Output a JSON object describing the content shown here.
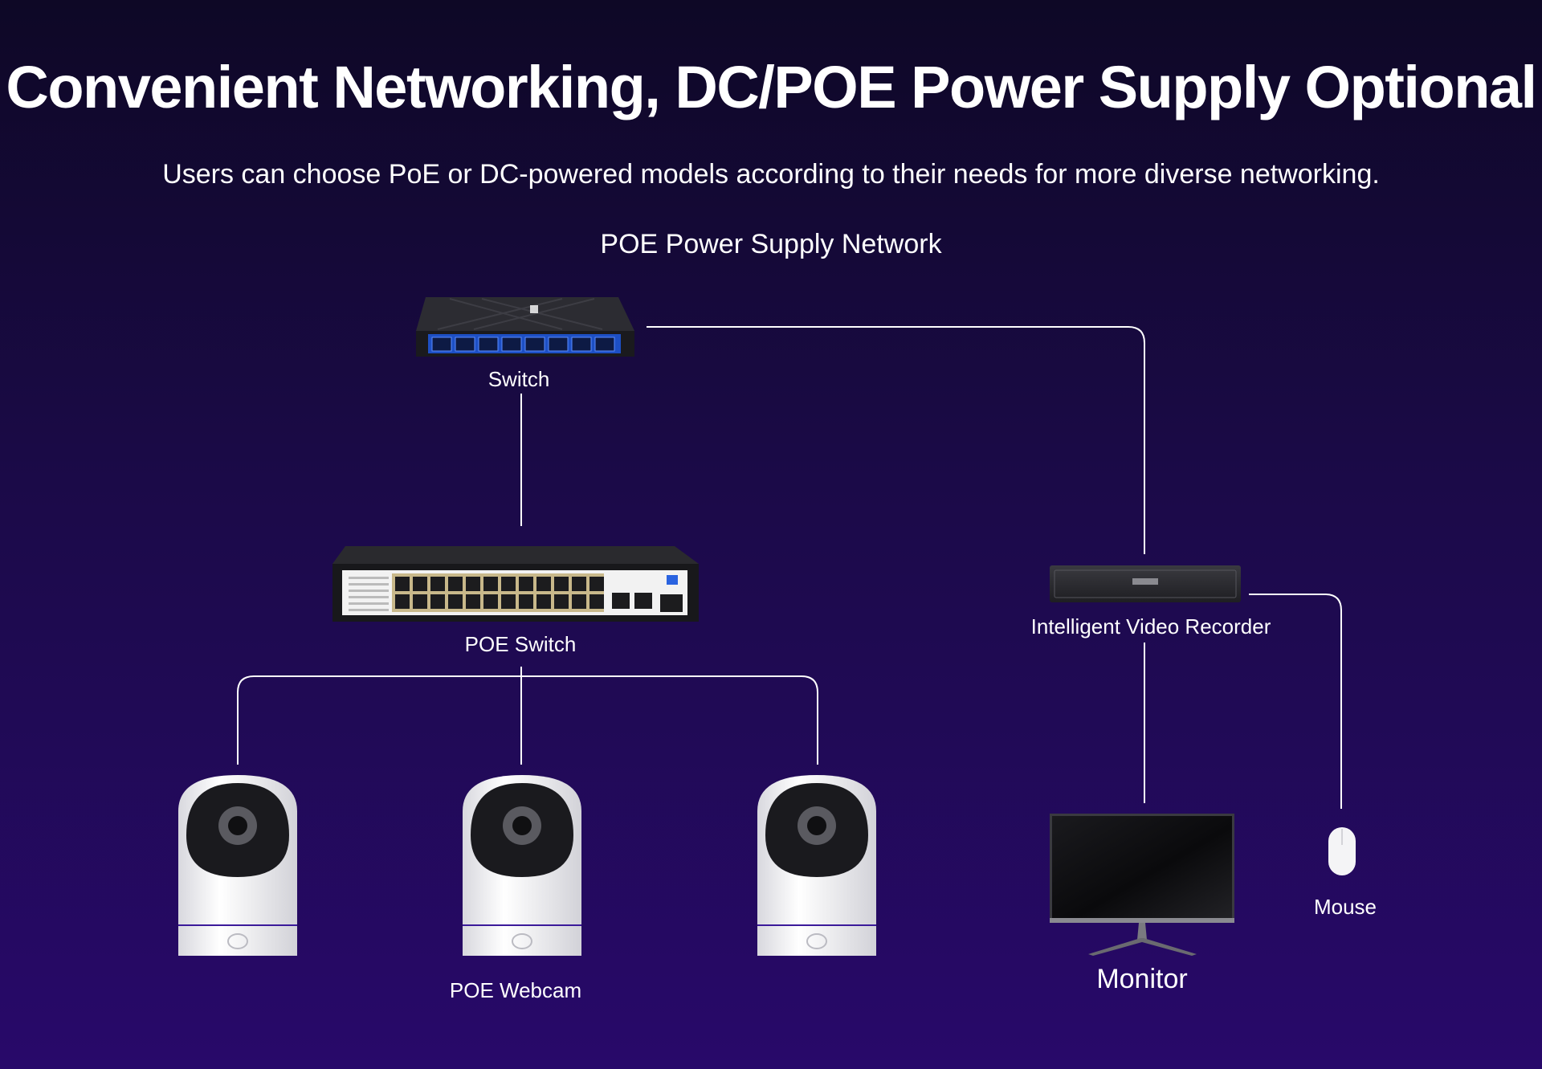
{
  "header": {
    "title": "Convenient Networking, DC/POE Power Supply Optional",
    "subtitle": "Users can choose PoE or DC-powered models according to their needs for more diverse networking.",
    "network_title": "POE Power Supply Network"
  },
  "devices": {
    "switch": "Switch",
    "poe_switch": "POE Switch",
    "recorder": "Intelligent Video Recorder",
    "webcam": "POE Webcam",
    "monitor": "Monitor",
    "mouse": "Mouse"
  },
  "colors": {
    "background_top": "#0e0826",
    "background_bottom": "#28096a",
    "switch_port_blue": "#2a63e0",
    "line": "#ffffff"
  },
  "icons": [
    "switch-icon",
    "poe-switch-icon",
    "video-recorder-icon",
    "webcam-icon",
    "monitor-icon",
    "mouse-icon"
  ]
}
